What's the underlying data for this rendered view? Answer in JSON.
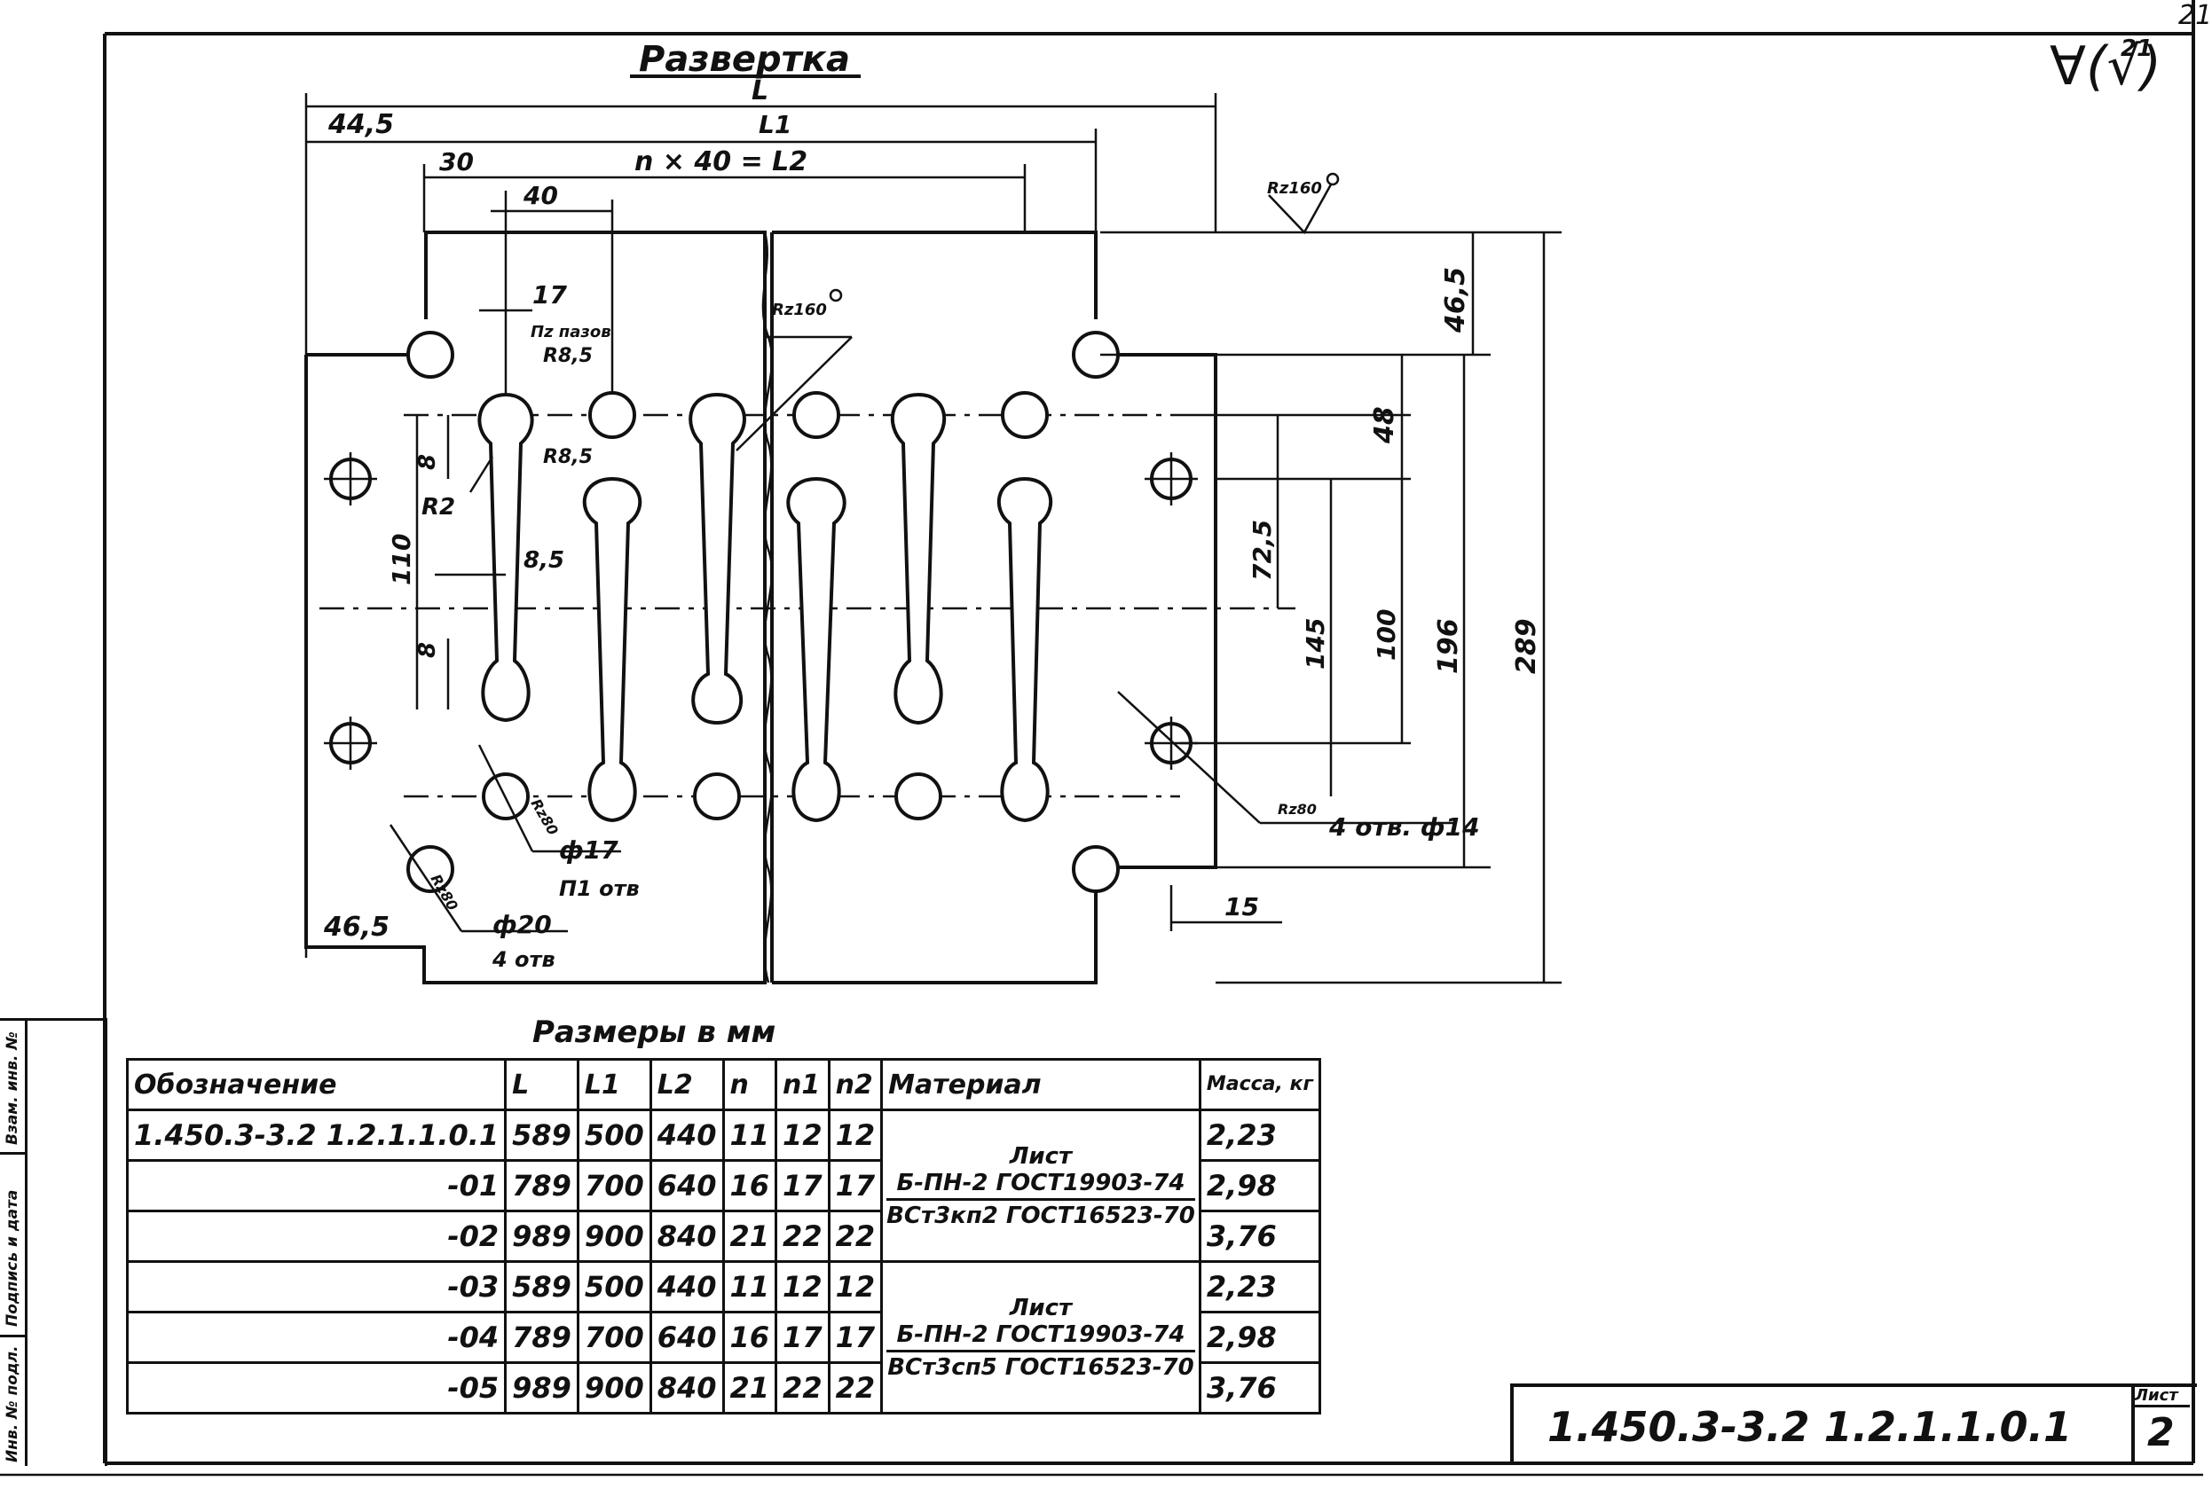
{
  "drawing": {
    "title": "Развертка",
    "dims": {
      "L": "L",
      "L1": "L1",
      "nx40": "n × 40 = L2",
      "d44_5": "44,5",
      "d30": "30",
      "d40": "40",
      "d17": "17",
      "pz": "Пz пазов",
      "r8_5a": "R8,5",
      "r8_5b": "R8,5",
      "d8a": "8",
      "d8b": "8",
      "r2": "R2",
      "d110": "110",
      "d8_5": "8,5",
      "rz160a": "Rz160",
      "rz160b": "Rz160",
      "rz80a": "Rz80",
      "rz80b": "Rz80",
      "rz80c": "Rz80",
      "phi17": "ф17",
      "n1otv": "П1 отв",
      "phi20": "ф20",
      "otv4": "4 отв",
      "d46_5b": "46,5",
      "d46_5r": "46,5",
      "d48": "48",
      "d72_5": "72,5",
      "d145": "145",
      "d100": "100",
      "d196": "196",
      "d289": "289",
      "d15": "15",
      "otv14": "4 отв. ф14"
    }
  },
  "table": {
    "caption": "Размеры в мм",
    "headers": [
      "Обозначение",
      "L",
      "L1",
      "L2",
      "n",
      "n1",
      "n2",
      "Материал",
      "Масса, кг"
    ],
    "rows": [
      {
        "des": "1.450.3-3.2 1.2.1.1.0.1",
        "L": "589",
        "L1": "500",
        "L2": "440",
        "n": "11",
        "n1": "12",
        "n2": "12",
        "mass": "2,23"
      },
      {
        "des": "-01",
        "L": "789",
        "L1": "700",
        "L2": "640",
        "n": "16",
        "n1": "17",
        "n2": "17",
        "mass": "2,98"
      },
      {
        "des": "-02",
        "L": "989",
        "L1": "900",
        "L2": "840",
        "n": "21",
        "n1": "22",
        "n2": "22",
        "mass": "3,76"
      },
      {
        "des": "-03",
        "L": "589",
        "L1": "500",
        "L2": "440",
        "n": "11",
        "n1": "12",
        "n2": "12",
        "mass": "2,23"
      },
      {
        "des": "-04",
        "L": "789",
        "L1": "700",
        "L2": "640",
        "n": "16",
        "n1": "17",
        "n2": "17",
        "mass": "2,98"
      },
      {
        "des": "-05",
        "L": "989",
        "L1": "900",
        "L2": "840",
        "n": "21",
        "n1": "22",
        "n2": "22",
        "mass": "3,76"
      }
    ],
    "material_a": {
      "line1": "Лист",
      "line2": "Б-ПН-2 ГОСТ19903-74",
      "line3": "ВСт3кп2 ГОСТ16523-70"
    },
    "material_b": {
      "line1": "Лист",
      "line2": "Б-ПН-2 ГОСТ19903-74",
      "line3": "ВСт3сп5 ГОСТ16523-70"
    }
  },
  "titleblock": {
    "doc_number": "1.450.3-3.2 1.2.1.1.0.1",
    "sheet_label": "Лист",
    "sheet_number": "2"
  },
  "margin": {
    "roughness_mark": "∀(√)",
    "roughness_sup": "21",
    "corner_number": "21",
    "stamp1": "Инв. № подл.",
    "stamp2": "Подпись и дата",
    "stamp3": "Взам. инв. №"
  }
}
